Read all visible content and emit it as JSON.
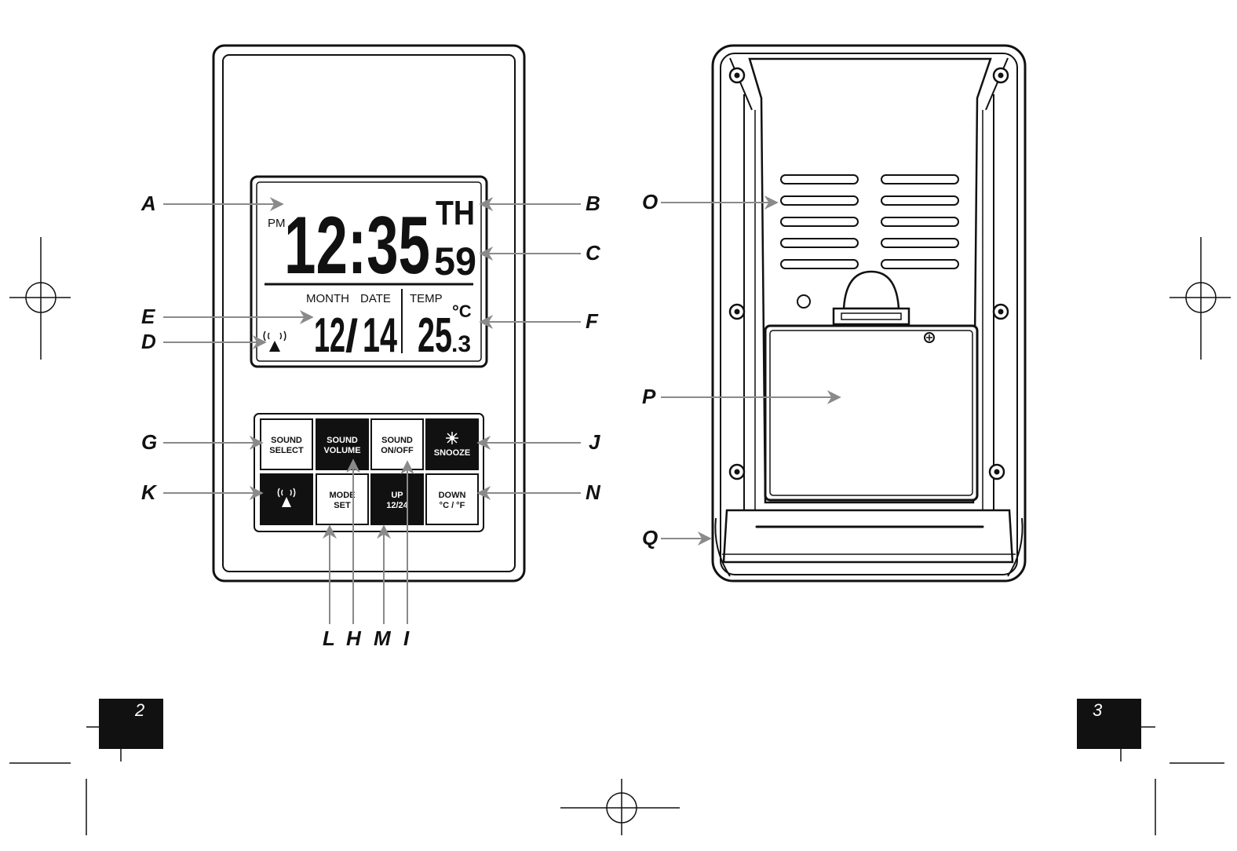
{
  "callouts": {
    "A": "A",
    "B": "B",
    "C": "C",
    "D": "D",
    "E": "E",
    "F": "F",
    "G": "G",
    "H": "H",
    "I": "I",
    "J": "J",
    "K": "K",
    "L": "L",
    "M": "M",
    "N": "N",
    "O": "O",
    "P": "P",
    "Q": "Q"
  },
  "lcd": {
    "ampm": "PM",
    "time": "12:35",
    "weekday": "TH",
    "seconds": "59",
    "month_label": "MONTH",
    "date_label": "DATE",
    "temp_label": "TEMP",
    "month": "12",
    "slash": "/",
    "date": "14",
    "temp_int": "25",
    "temp_dec": ".3",
    "temp_unit": "°C"
  },
  "buttons": {
    "sound_select": [
      "SOUND",
      "SELECT"
    ],
    "sound_volume": [
      "SOUND",
      "VOLUME"
    ],
    "sound_onoff": [
      "SOUND",
      "ON/OFF"
    ],
    "snooze": "SNOOZE",
    "mode_set": [
      "MODE",
      "SET"
    ],
    "up": [
      "UP",
      "12/24"
    ],
    "down": [
      "DOWN",
      "°C / °F"
    ]
  },
  "pages": {
    "left": "2",
    "right": "3"
  },
  "colors": {
    "ink": "#111111",
    "arrow": "#8a8a8a",
    "paper": "#ffffff"
  }
}
